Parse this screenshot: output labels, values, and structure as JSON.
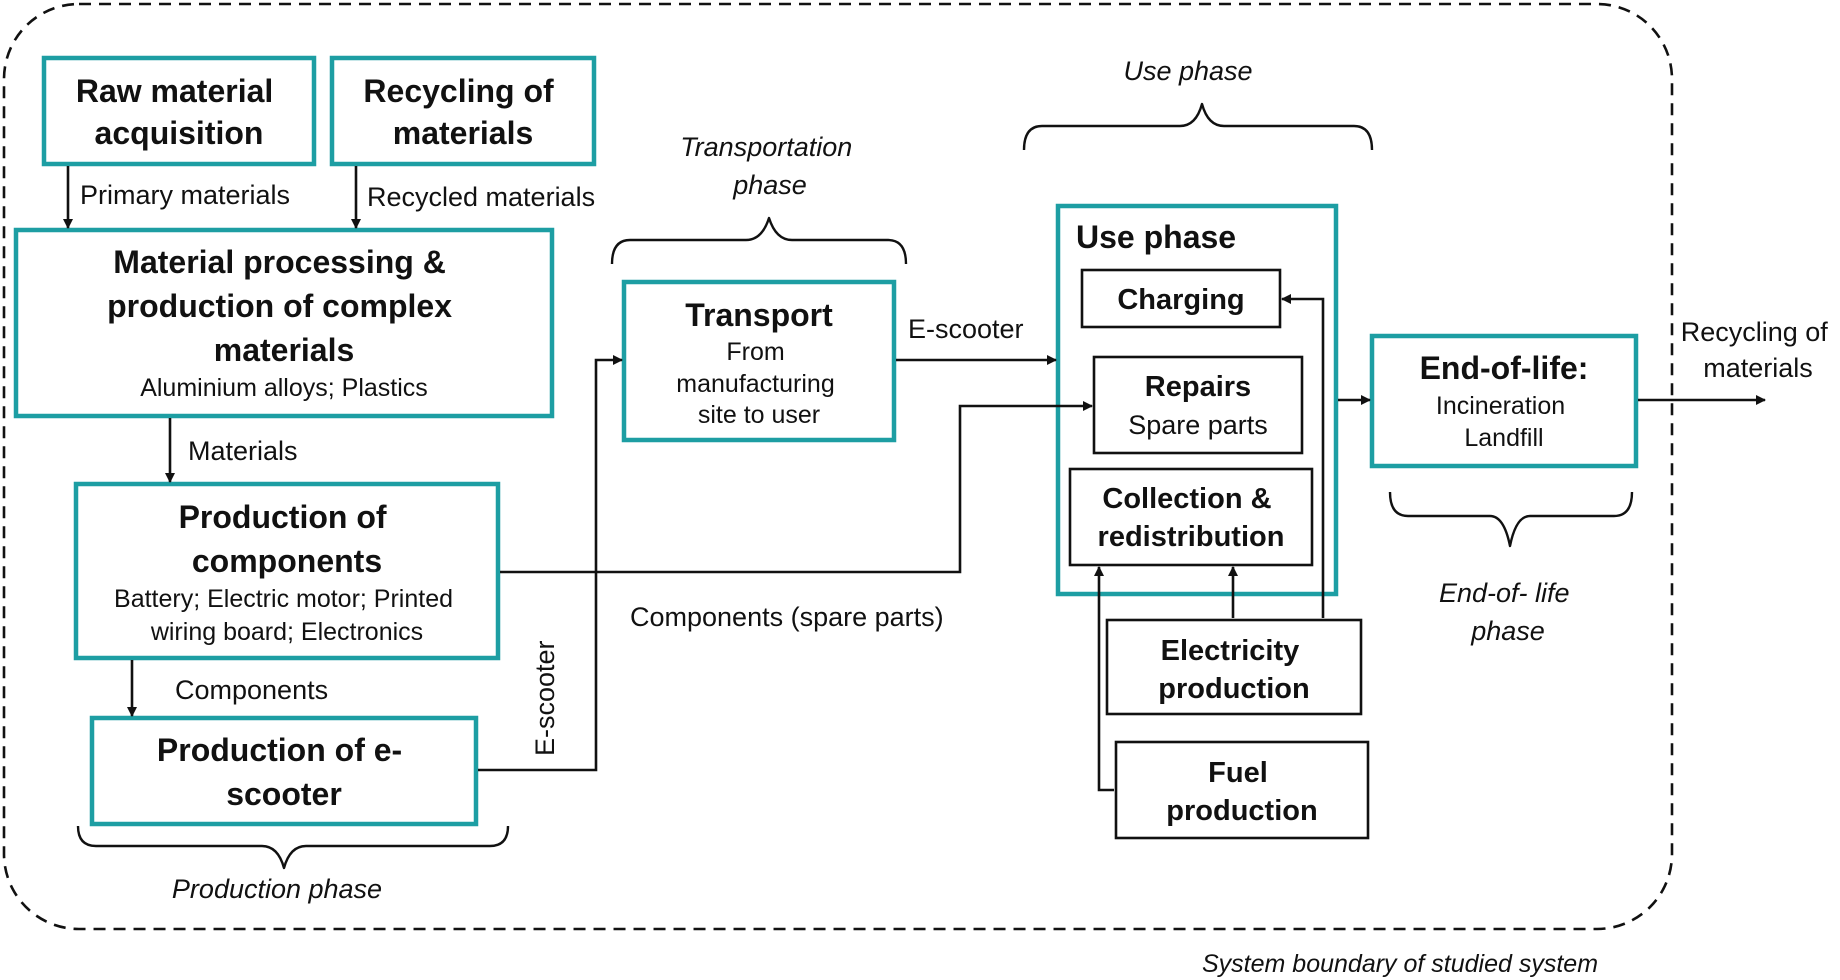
{
  "colors": {
    "box_border": "#1d9ea3",
    "line": "#111111",
    "background": "#ffffff"
  },
  "boxes": {
    "raw_material": {
      "title": [
        "Raw material",
        "acquisition"
      ]
    },
    "recycling_materials": {
      "title": [
        "Recycling of",
        "materials"
      ]
    },
    "material_processing": {
      "title": [
        "Material processing &",
        "production of complex",
        "materials"
      ],
      "subtitle": [
        "Aluminium alloys; Plastics"
      ]
    },
    "production_components": {
      "title": [
        "Production of",
        "components"
      ],
      "subtitle": [
        "Battery; Electric motor; Printed",
        "wiring board; Electronics"
      ]
    },
    "production_escooter": {
      "title": [
        "Production of e-",
        "scooter"
      ]
    },
    "transport": {
      "title": [
        "Transport"
      ],
      "subtitle": [
        "From",
        "manufacturing",
        "site to user"
      ]
    },
    "use_phase": {
      "title": [
        "Use phase"
      ]
    },
    "charging": {
      "title": [
        "Charging"
      ]
    },
    "repairs": {
      "title": [
        "Repairs"
      ],
      "subtitle": [
        "Spare parts"
      ]
    },
    "collection": {
      "title": [
        "Collection &",
        "redistribution"
      ]
    },
    "electricity": {
      "title": [
        "Electricity",
        "production"
      ]
    },
    "fuel": {
      "title": [
        "Fuel",
        "production"
      ]
    },
    "end_of_life": {
      "title": [
        "End-of-life:"
      ],
      "subtitle": [
        "Incineration",
        "Landfill"
      ]
    }
  },
  "flows": {
    "primary_materials": "Primary materials",
    "recycled_materials": "Recycled materials",
    "materials": "Materials",
    "components": "Components",
    "e_scooter_vertical": "E-scooter",
    "e_scooter_transport": "E-scooter",
    "components_spare_parts": "Components (spare parts)",
    "recycling_out": [
      "Recycling of",
      "materials"
    ]
  },
  "phases": {
    "production": "Production phase",
    "transportation": [
      "Transportation",
      "phase"
    ],
    "use": "Use phase",
    "end_of_life": [
      "End-of- life",
      "phase"
    ],
    "system_boundary": "System boundary of studied system"
  }
}
